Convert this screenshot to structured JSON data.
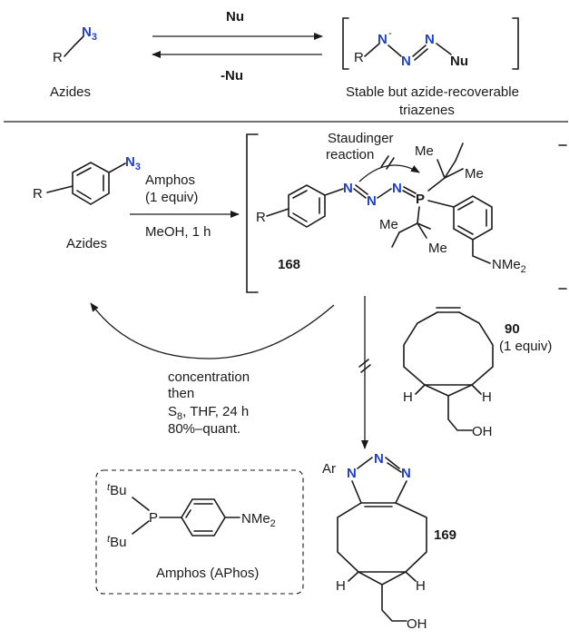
{
  "top_scheme": {
    "azide_r": "R",
    "azide_n3": "N",
    "azide_n3_sub": "3",
    "azide_label": "Azides",
    "arrow_forward_label": "Nu",
    "arrow_back_label": "-Nu",
    "triazene_r": "R",
    "triazene_n1": "N",
    "triazene_minus": "-",
    "triazene_n2": "N",
    "triazene_n3": "N",
    "triazene_nu": "Nu",
    "triazene_label_line1": "Stable but azide-recoverable",
    "triazene_label_line2": "triazenes"
  },
  "bottom_scheme": {
    "aryl_azide_r": "R",
    "aryl_azide_n3": "N",
    "aryl_azide_n3_sub": "3",
    "aryl_azide_label": "Azides",
    "step1_reagent": "Amphos",
    "step1_equiv": "(1 equiv)",
    "step1_conditions": "MeOH, 1 h",
    "staudinger_line1": "Staudinger",
    "staudinger_line2": "reaction",
    "int168_r": "R",
    "int168_n1": "N",
    "int168_n2": "N",
    "int168_n3": "N",
    "int168_p": "P",
    "int168_me1": "Me",
    "int168_me2": "Me",
    "int168_me3": "Me",
    "int168_me4": "Me",
    "int168_nme2": "NMe",
    "int168_nme2_sub": "2",
    "compound_168": "168",
    "recovery_line1": "concentration",
    "recovery_line2": "then",
    "recovery_s8": "S",
    "recovery_s8_sub": "8",
    "recovery_s8_rest": ", THF, 24 h",
    "recovery_yield": "80%–quant.",
    "compound_90": "90",
    "compound_90_equiv": "(1 equiv)",
    "bcn_h_left": "H",
    "bcn_h_right": "H",
    "bcn_oh": "OH",
    "product_ar": "Ar",
    "product_n1": "N",
    "product_n2": "N",
    "product_n3": "N",
    "compound_169": "169",
    "prod_h_left": "H",
    "prod_h_right": "H",
    "prod_oh": "OH"
  },
  "amphos_box": {
    "tbu1_prefix": "t",
    "tbu1": "Bu",
    "tbu2_prefix": "t",
    "tbu2": "Bu",
    "p": "P",
    "nme2": "NMe",
    "nme2_sub": "2",
    "label": "Amphos (APhos)"
  },
  "colors": {
    "nitrogen_azide": "#1f3fcc",
    "ink": "#1a1a1a"
  }
}
